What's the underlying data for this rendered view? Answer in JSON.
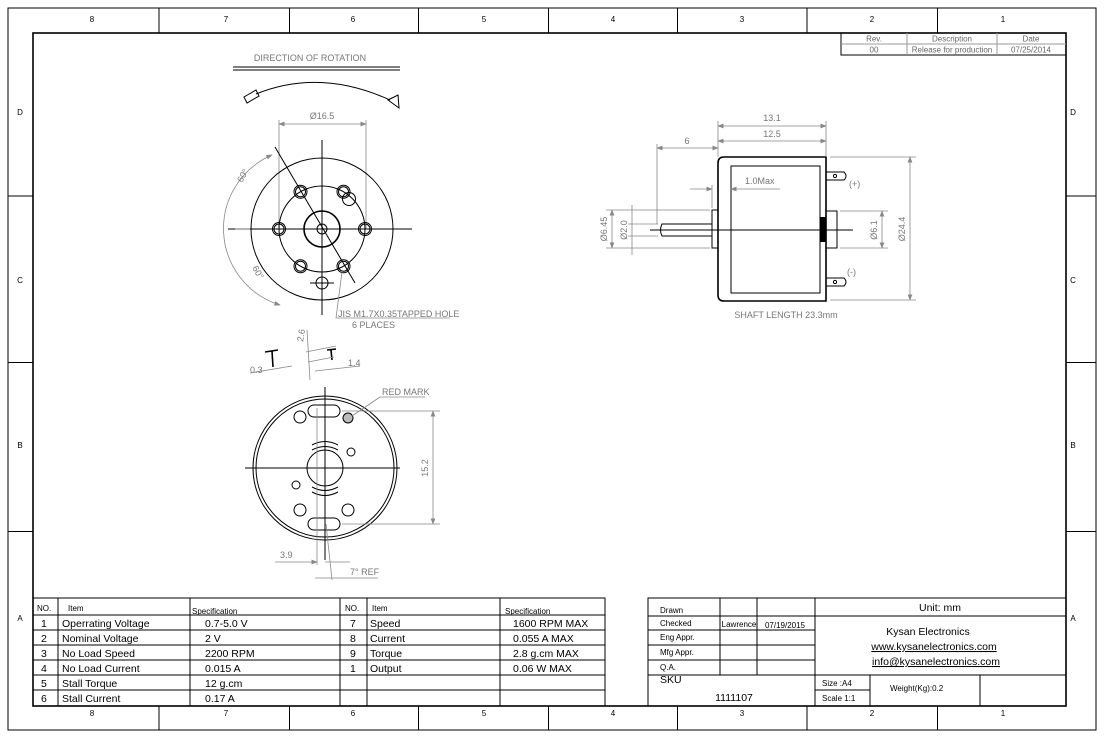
{
  "border": {
    "columns": [
      "8",
      "7",
      "6",
      "5",
      "4",
      "3",
      "2",
      "1"
    ],
    "rows": [
      "D",
      "C",
      "B",
      "A"
    ]
  },
  "revision": {
    "headers": [
      "Rev.",
      "Description",
      "Date"
    ],
    "row": [
      "00",
      "Release for production",
      "07/25/2014"
    ]
  },
  "front_view": {
    "direction_label": "DIRECTION OF ROTATION",
    "dia_label": "Ø16.5",
    "angle1": "60°",
    "angle2": "60°",
    "hole_note_1": "JIS M1.7X0.35TAPPED HOLE",
    "hole_note_2": "6 PLACES"
  },
  "side_view": {
    "dim_13_1": "13.1",
    "dim_12_5": "12.5",
    "dim_6": "6",
    "dim_1_0max": "1.0Max",
    "dim_6_45": "Ø6.45",
    "dim_2_0": "Ø2.0",
    "dim_6_1": "Ø6.1",
    "dim_24_4": "Ø24.4",
    "plus": "(+)",
    "minus": "(-)",
    "shaft_note": "SHAFT LENGTH 23.3mm"
  },
  "rear_view": {
    "dim_2_6": "2.6",
    "dim_0_3": "0.3",
    "dim_1_4": "1.4",
    "red_mark": "RED MARK",
    "dim_15_2": "15.2",
    "dim_3_9": "3.9",
    "ref_7": "7° REF"
  },
  "spec_table": {
    "headers": [
      "NO.",
      "Item",
      "Specification",
      "NO.",
      "Item",
      "Specification"
    ],
    "left": [
      {
        "no": "1",
        "item": "Operrating Voltage",
        "spec": "0.7-5.0  V"
      },
      {
        "no": "2",
        "item": "Nominal Voltage",
        "spec": "2 V"
      },
      {
        "no": "3",
        "item": "No Load Speed",
        "spec": "2200   RPM"
      },
      {
        "no": "4",
        "item": "No Load Current",
        "spec": "0.015  A"
      },
      {
        "no": "5",
        "item": "Stall Torque",
        "spec": "12   g.cm"
      },
      {
        "no": "6",
        "item": "Stall Current",
        "spec": "0.17  A"
      }
    ],
    "right": [
      {
        "no": "7",
        "item": "Speed",
        "spec": "1600 RPM   MAX"
      },
      {
        "no": "8",
        "item": "Current",
        "spec": "0.055  A   MAX"
      },
      {
        "no": "9",
        "item": "Torque",
        "spec": "2.8   g.cm  MAX"
      },
      {
        "no": "1",
        "item": "Output",
        "spec": "0.06 W  MAX"
      }
    ]
  },
  "title_block": {
    "roles": [
      "Drawn",
      "Checked",
      "Eng Appr.",
      "Mfg Appr.",
      "Q.A."
    ],
    "checked_by": "Lawrence",
    "checked_date": "07/19/2015",
    "unit": "Unit: mm",
    "company": "Kysan Electronics",
    "website": "www.kysanelectronics.com",
    "email": "info@kysanelectronics.com",
    "sku_label": "SKU",
    "sku": "1111107",
    "size": "Size :A4",
    "scale": "Scale 1:1",
    "weight": "Weight(Kg):0.2"
  }
}
